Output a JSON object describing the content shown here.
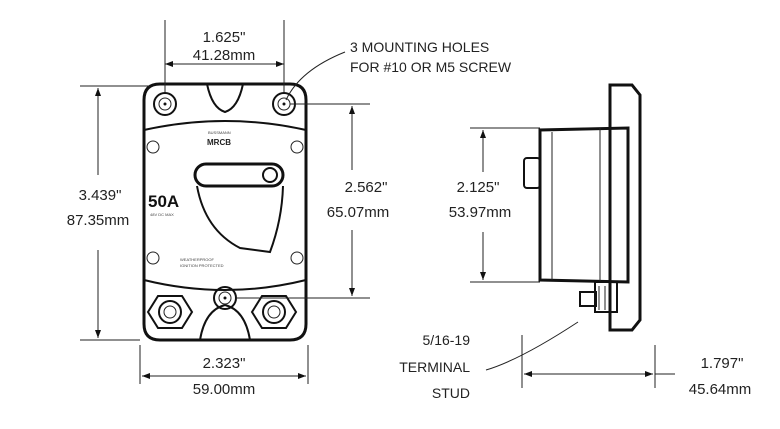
{
  "front_view": {
    "width_top": {
      "in": "1.625\"",
      "mm": "41.28mm"
    },
    "height_total": {
      "in": "3.439\"",
      "mm": "87.35mm"
    },
    "height_inner": {
      "in": "2.562\"",
      "mm": "65.07mm"
    },
    "width_bottom": {
      "in": "2.323\"",
      "mm": "59.00mm"
    },
    "mounting_note": [
      "3 MOUNTING HOLES",
      "FOR #10 OR M5 SCREW"
    ],
    "label_brand": "BUSSMANN",
    "label_model": "MRCB",
    "rating": "50A",
    "rating_sub": "48V DC MAX",
    "footer_text": [
      "WEATHERPROOF",
      "IGNITION PROTECTED"
    ]
  },
  "side_view": {
    "height": {
      "in": "2.125\"",
      "mm": "53.97mm"
    },
    "depth": {
      "in": "1.797\"",
      "mm": "45.64mm"
    },
    "stud_note": [
      "5/16-19",
      "TERMINAL",
      "STUD"
    ]
  }
}
